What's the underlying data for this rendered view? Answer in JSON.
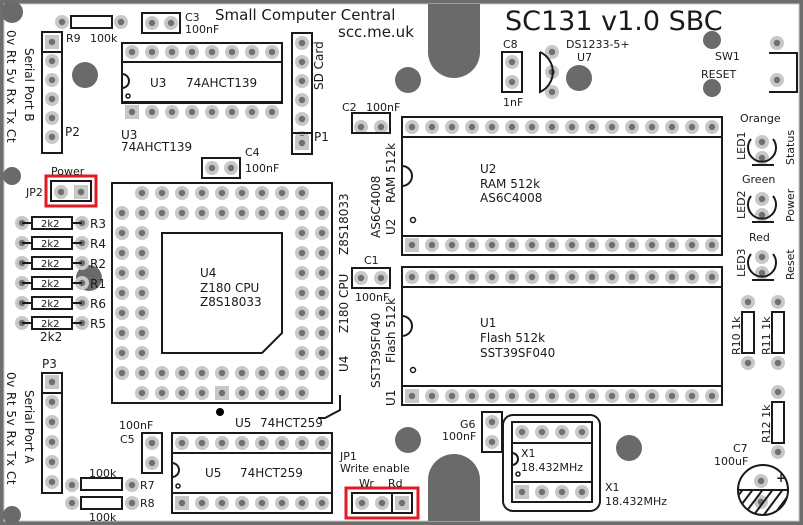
{
  "board": {
    "title": "SC131 v1.0 SBC",
    "brand": "Small Computer Central",
    "url": "scc.me.uk"
  },
  "colors": {
    "board": "#ffffff",
    "frame": "#6e6e6e",
    "hole": "#6a6a6a",
    "pad_ring": "#c8c8c8",
    "pad_center": "#707070",
    "silkscreen": "#1a1a1a",
    "highlight": "#e01b24"
  },
  "serial_b": {
    "pins_label": "0v Rt 5v Rx Tx Ct",
    "name": "Serial Port B",
    "ref": "P2"
  },
  "serial_a": {
    "pins_label": "0v Rt 5v Rx Tx Ct",
    "name": "Serial Port A",
    "ref": "P3"
  },
  "r9": {
    "ref": "R9",
    "value": "100k"
  },
  "c3": {
    "ref": "C3",
    "value": "100nF"
  },
  "u3": {
    "ref": "U3",
    "part": "74AHCT139",
    "ref2": "U3",
    "part2": "74AHCT139"
  },
  "sd": {
    "name": "SD Card",
    "ref": "P1"
  },
  "c2": {
    "ref": "C2",
    "value": "100nF"
  },
  "c4": {
    "ref": "C4",
    "value": "100nF"
  },
  "c8": {
    "ref": "C8",
    "value": "1nF"
  },
  "u7": {
    "part": "DS1233-5+",
    "ref": "U7"
  },
  "sw1": {
    "ref": "SW1",
    "name": "RESET"
  },
  "jp2": {
    "ref": "JP2",
    "name": "Power"
  },
  "resistors_left": [
    {
      "value": "2k2",
      "ref": "R3"
    },
    {
      "value": "2k2",
      "ref": "R4"
    },
    {
      "value": "2k2",
      "ref": "R2"
    },
    {
      "value": "2k2",
      "ref": "R1"
    },
    {
      "value": "2k2",
      "ref": "R6"
    },
    {
      "value": "2k2",
      "ref": "R5"
    }
  ],
  "resistors_left_value": "2k2",
  "u4": {
    "ref": "U4",
    "name": "Z180 CPU",
    "part": "Z8S18033",
    "side_part": "Z8S18033",
    "side_name": "Z180 CPU",
    "side_ref": "U4"
  },
  "u2": {
    "ref": "U2",
    "name": "RAM 512k",
    "part": "AS6C4008",
    "side_part": "AS6C4008",
    "side_name": "RAM 512k",
    "side_ref": "U2"
  },
  "c1": {
    "ref": "C1",
    "value": "100nF"
  },
  "u1": {
    "ref": "U1",
    "name": "Flash 512k",
    "part": "SST39SF040",
    "side_part": "SST39SF040",
    "side_name": "Flash 512k",
    "side_ref": "U1"
  },
  "leds": [
    {
      "ref": "LED1",
      "color": "Orange",
      "function": "Status"
    },
    {
      "ref": "LED2",
      "color": "Green",
      "function": "Power"
    },
    {
      "ref": "LED3",
      "color": "Red",
      "function": "Reset"
    }
  ],
  "r10": {
    "ref": "R10",
    "value": "1k"
  },
  "r11": {
    "ref": "R11",
    "value": "1k"
  },
  "r12": {
    "ref": "R12",
    "value": "1k"
  },
  "c5": {
    "ref": "C5",
    "value": "100nF"
  },
  "u5": {
    "ref": "U5",
    "part": "74HCT259",
    "ref2": "U5",
    "part2": "74HCT259"
  },
  "r7": {
    "ref": "R7",
    "value": "100k"
  },
  "r8": {
    "ref": "R8",
    "value": "100k"
  },
  "jp1": {
    "ref": "JP1",
    "name": "Write enable",
    "opt_wr": "Wr",
    "opt_rd": "Rd"
  },
  "c6": {
    "ref": "G6",
    "value": "100nF"
  },
  "x1": {
    "ref": "X1",
    "freq": "18.432MHz",
    "ref2": "X1",
    "freq2": "18.432MHz"
  },
  "c7": {
    "ref": "C7",
    "value": "100uF"
  }
}
